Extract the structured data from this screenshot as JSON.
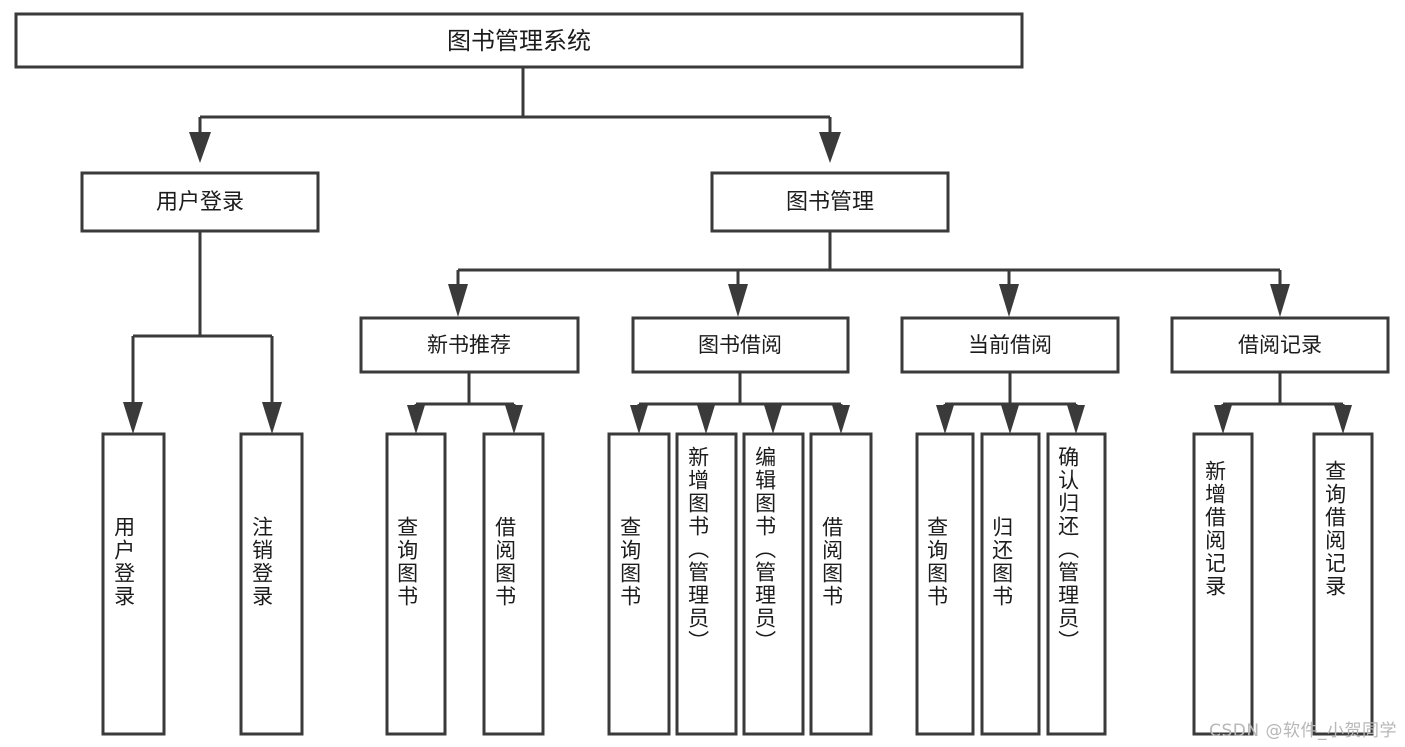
{
  "diagram": {
    "type": "tree-hierarchy",
    "title": "图书管理系统",
    "watermark": "CSDN @软件_小贺同学",
    "colors": {
      "background": "#ffffff",
      "stroke": "#3a3a3a",
      "text": "#1c1c1c",
      "watermark": "#b7b7b7"
    },
    "root": {
      "id": "root",
      "label": "图书管理系统"
    },
    "level1": [
      {
        "id": "user-login",
        "label": "用户登录"
      },
      {
        "id": "book-manage",
        "label": "图书管理"
      }
    ],
    "level2": [
      {
        "id": "new-book-recommend",
        "label": "新书推荐",
        "parent": "book-manage"
      },
      {
        "id": "book-borrow",
        "label": "图书借阅",
        "parent": "book-manage"
      },
      {
        "id": "current-borrow",
        "label": "当前借阅",
        "parent": "book-manage"
      },
      {
        "id": "borrow-record",
        "label": "借阅记录",
        "parent": "book-manage"
      }
    ],
    "leaves": {
      "user-login": [
        {
          "id": "leaf-user-login",
          "label": "用户登录"
        },
        {
          "id": "leaf-logout-login",
          "label": "注销登录"
        }
      ],
      "new-book-recommend": [
        {
          "id": "leaf-query-book-1",
          "label": "查询图书"
        },
        {
          "id": "leaf-borrow-book-1",
          "label": "借阅图书"
        }
      ],
      "book-borrow": [
        {
          "id": "leaf-query-book-2",
          "label": "查询图书"
        },
        {
          "id": "leaf-add-book",
          "label": "新增图书（管理员）"
        },
        {
          "id": "leaf-edit-book",
          "label": "编辑图书（管理员）"
        },
        {
          "id": "leaf-borrow-book-2",
          "label": "借阅图书"
        }
      ],
      "current-borrow": [
        {
          "id": "leaf-query-book-3",
          "label": "查询图书"
        },
        {
          "id": "leaf-return-book",
          "label": "归还图书"
        },
        {
          "id": "leaf-confirm-return",
          "label": "确认归还（管理员）"
        }
      ],
      "borrow-record": [
        {
          "id": "leaf-add-record",
          "label": "新增借阅记录"
        },
        {
          "id": "leaf-query-record",
          "label": "查询借阅记录"
        }
      ]
    }
  }
}
